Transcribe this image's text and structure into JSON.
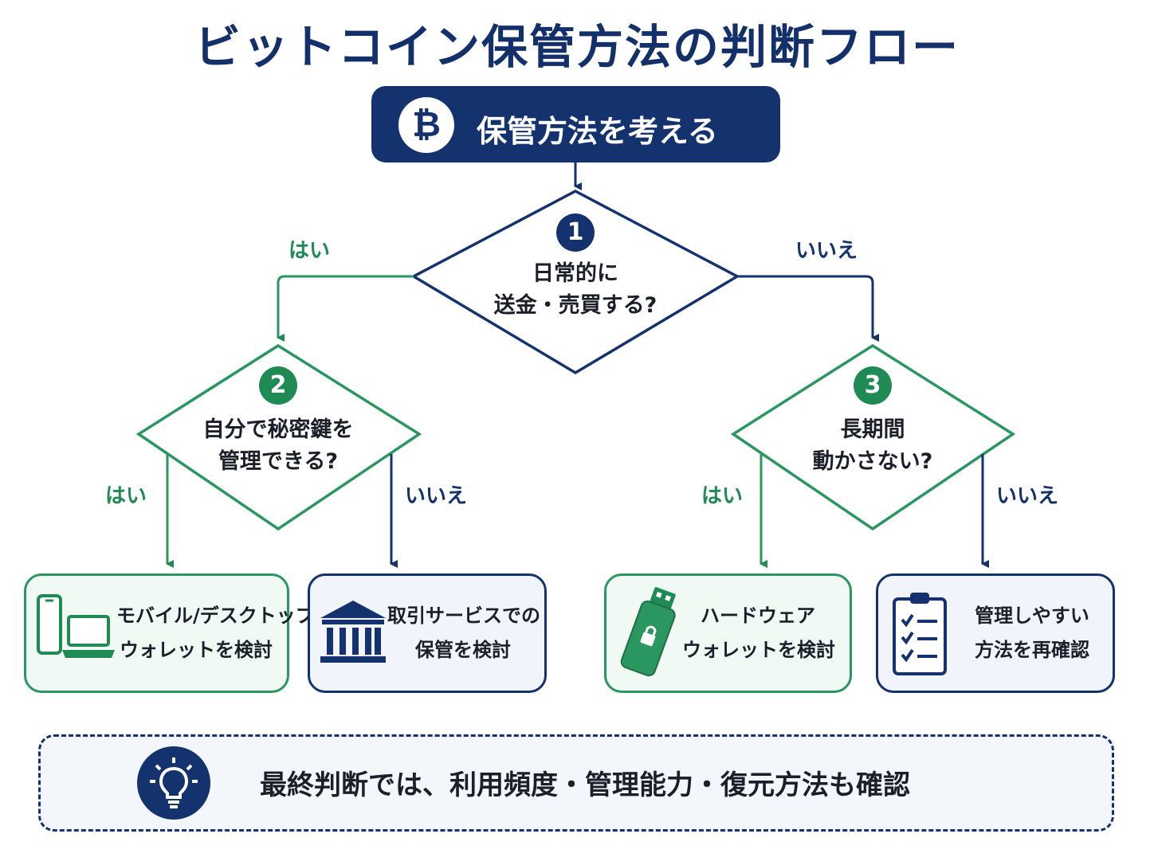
{
  "title": "ビットコイン保管方法の判断フロー",
  "start": {
    "label": "保管方法を考える",
    "icon": "bitcoin-icon",
    "icon_glyph": "₿"
  },
  "questions": [
    {
      "number": "1",
      "line1": "日常的に",
      "line2": "送金・売買する?"
    },
    {
      "number": "2",
      "line1": "自分で秘密鍵を",
      "line2": "管理できる?"
    },
    {
      "number": "3",
      "line1": "長期間",
      "line2": "動かさない?"
    }
  ],
  "branches": {
    "yes": "はい",
    "no": "いいえ"
  },
  "results": [
    {
      "line1": "モバイル/デスクトップ",
      "line2": "ウォレットを検討",
      "icon": "mobile-desktop-icon"
    },
    {
      "line1": "取引サービスでの",
      "line2": "保管を検討",
      "icon": "bank-icon"
    },
    {
      "line1": "ハードウェア",
      "line2": "ウォレットを検討",
      "icon": "usb-hardware-wallet-icon"
    },
    {
      "line1": "管理しやすい",
      "line2": "方法を再確認",
      "icon": "checklist-clipboard-icon"
    }
  ],
  "note": {
    "text": "最終判断では、利用頻度・管理能力・復元方法も確認",
    "icon": "lightbulb-icon"
  },
  "colors": {
    "navy": "#13326e",
    "green": "#1f8a53"
  }
}
